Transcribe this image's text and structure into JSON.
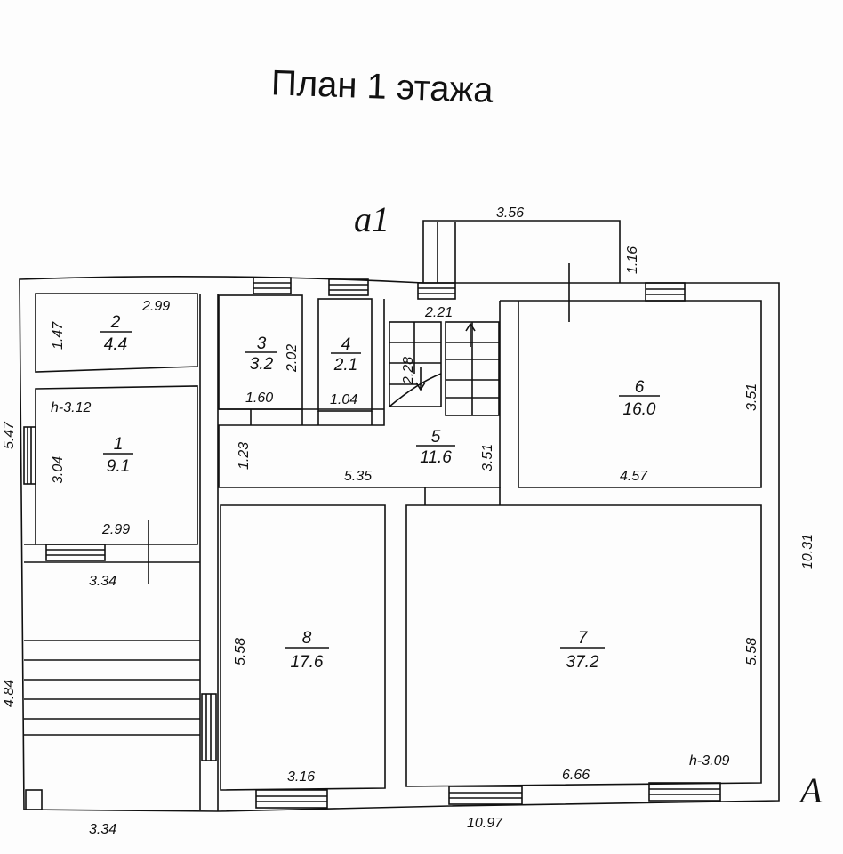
{
  "title": "План 1 этажа",
  "markers": {
    "top": "a1",
    "right": "A"
  },
  "rooms": [
    {
      "number": "1",
      "area": "9.1"
    },
    {
      "number": "2",
      "area": "4.4"
    },
    {
      "number": "3",
      "area": "3.2"
    },
    {
      "number": "4",
      "area": "2.1"
    },
    {
      "number": "5",
      "area": "11.6"
    },
    {
      "number": "6",
      "area": "16.0"
    },
    {
      "number": "7",
      "area": "37.2"
    },
    {
      "number": "8",
      "area": "17.6"
    }
  ],
  "heights": {
    "room1": "h-3.12",
    "room7": "h-3.09"
  },
  "dimensions": {
    "porch_width": "3.56",
    "porch_depth": "1.16",
    "r2_width": "2.99",
    "r2_depth": "1.47",
    "r1_depth": "3.04",
    "r1_width": "2.99",
    "left_upper": "5.47",
    "left_mid": "3.34",
    "left_lower": "4.84",
    "bottom_left": "3.34",
    "r3_width": "1.60",
    "r3_depth": "2.02",
    "r4_width": "1.04",
    "stair_width": "2.21",
    "stair_len": "2.28",
    "r5_depth_left": "1.23",
    "r5_width": "5.35",
    "r5_depth_right": "3.51",
    "r6_depth": "3.51",
    "r6_width": "4.57",
    "overall_depth": "10.31",
    "r8_depth": "5.58",
    "r8_width": "3.16",
    "r7_depth": "5.58",
    "r7_width": "6.66",
    "overall_width": "10.97"
  }
}
